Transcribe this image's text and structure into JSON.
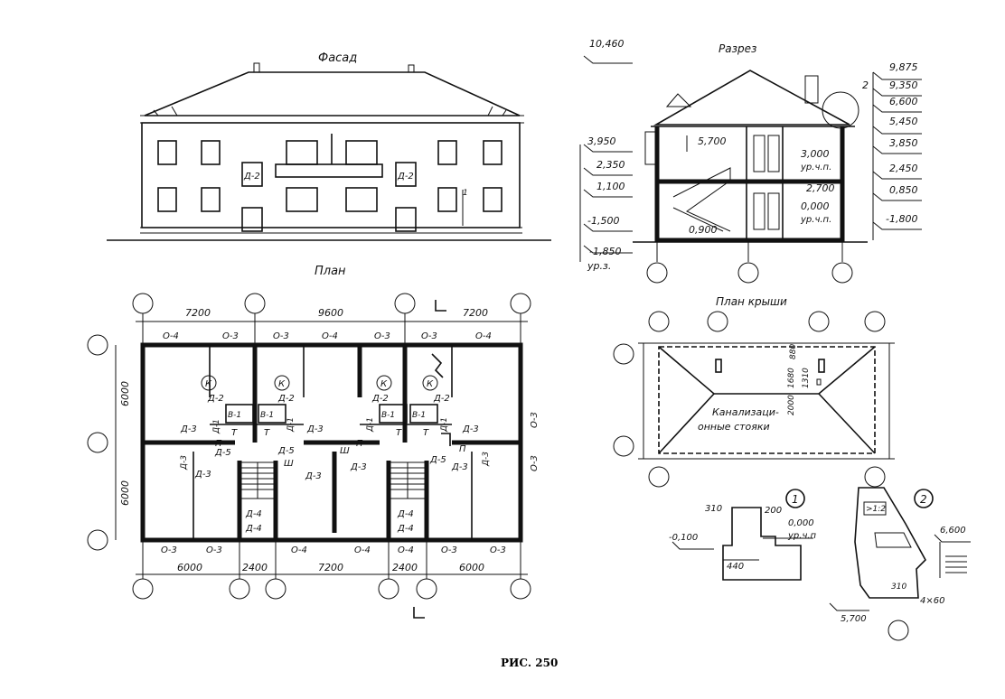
{
  "titles": {
    "facade": "Фасад",
    "section": "Разрез",
    "plan": "План",
    "roof_plan": "План крыши",
    "figure": "РИС. 250"
  },
  "facade": {
    "door_labels": [
      "Д-2",
      "Д-2"
    ],
    "marker": "1"
  },
  "section": {
    "left_levels": [
      "10,460",
      "3,950",
      "2,350",
      "1,100",
      "-1,500",
      "-1,850"
    ],
    "ground_label": "ур.з.",
    "inner_labels": [
      "5,700",
      "3,000",
      "ур.ч.п.",
      "2,700",
      "0,000",
      "ур.ч.п.",
      "0,900"
    ],
    "right_levels": [
      "9,875",
      "9,350",
      "6,600",
      "5,450",
      "3,850",
      "2,450",
      "0,850",
      "-1,800"
    ],
    "callout": "2"
  },
  "plan": {
    "top_dims": [
      "7200",
      "9600",
      "7200"
    ],
    "bottom_dims": [
      "6000",
      "2400",
      "7200",
      "2400",
      "6000"
    ],
    "left_dims": [
      "6000",
      "6000"
    ],
    "top_windows": [
      "О-4",
      "О-3",
      "О-3",
      "О-4",
      "О-3",
      "О-3",
      "О-4"
    ],
    "bottom_windows": [
      "О-3",
      "О-3",
      "О-4",
      "О-4",
      "О-4",
      "О-3",
      "О-3"
    ],
    "right_windows": [
      "О-3",
      "О-3"
    ],
    "kitchen_mark": "К",
    "door_labels": {
      "d2": "Д-2",
      "d1": "Д-1",
      "d3": "Д-3",
      "d4": "Д-4",
      "d5": "Д-5",
      "v1": "В-1",
      "p": "П",
      "t": "Т",
      "sh": "Ш"
    }
  },
  "roof": {
    "dims": [
      "880",
      "1680",
      "2000",
      "1310"
    ],
    "label_line1": "Канализаци-",
    "label_line2": "онные стояки"
  },
  "detail1": {
    "number": "1",
    "dims": [
      "310",
      "200",
      "440"
    ],
    "levels": [
      "-0,100",
      "0,000",
      "ур.ч.п"
    ]
  },
  "detail2": {
    "number": "2",
    "slope": ">1:2",
    "dims": [
      "310",
      "4×60"
    ],
    "levels": [
      "6,600",
      "5,700"
    ]
  }
}
